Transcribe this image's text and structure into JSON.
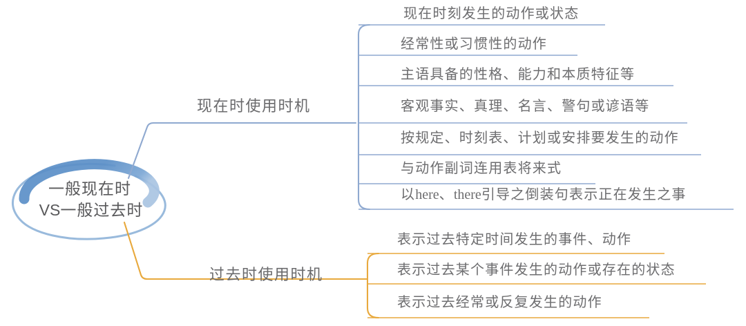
{
  "diagram": {
    "type": "mindmap",
    "title_lines": [
      "一般现在时",
      "VS一般过去时"
    ],
    "center": {
      "line1": "一般现在时",
      "line2_prefix": "VS",
      "line2_rest": "一般过去时",
      "stroke_color": "#5b8fc7"
    },
    "branches": [
      {
        "id": "present",
        "label": "现在时使用时机",
        "color": "#8fa9d0",
        "items": [
          {
            "text": "现在时刻发生的动作或状态"
          },
          {
            "text": "经常性或习惯性的动作"
          },
          {
            "text": "主语具备的性格、能力和本质特征等"
          },
          {
            "text": "客观事实、真理、名言、警句或谚语等"
          },
          {
            "text": "按规定、时刻表、计划或安排要发生的动作"
          },
          {
            "text": "与动作副词连用表将来式"
          },
          {
            "text": "以here、there引导之倒装句表示正在发生之事",
            "segments": [
              {
                "t": "以",
                "latin": false
              },
              {
                "t": "here",
                "latin": true
              },
              {
                "t": "、",
                "latin": false
              },
              {
                "t": "there",
                "latin": true
              },
              {
                "t": "引导之倒装句表示正在发生之事",
                "latin": false
              }
            ]
          }
        ]
      },
      {
        "id": "past",
        "label": "过去时使用时机",
        "color": "#e8a93d",
        "items": [
          {
            "text": "表示过去特定时间发生的事件、动作"
          },
          {
            "text": "表示过去某个事件发生的动作或存在的状态"
          },
          {
            "text": "表示过去经常或反复发生的动作"
          }
        ]
      }
    ]
  }
}
